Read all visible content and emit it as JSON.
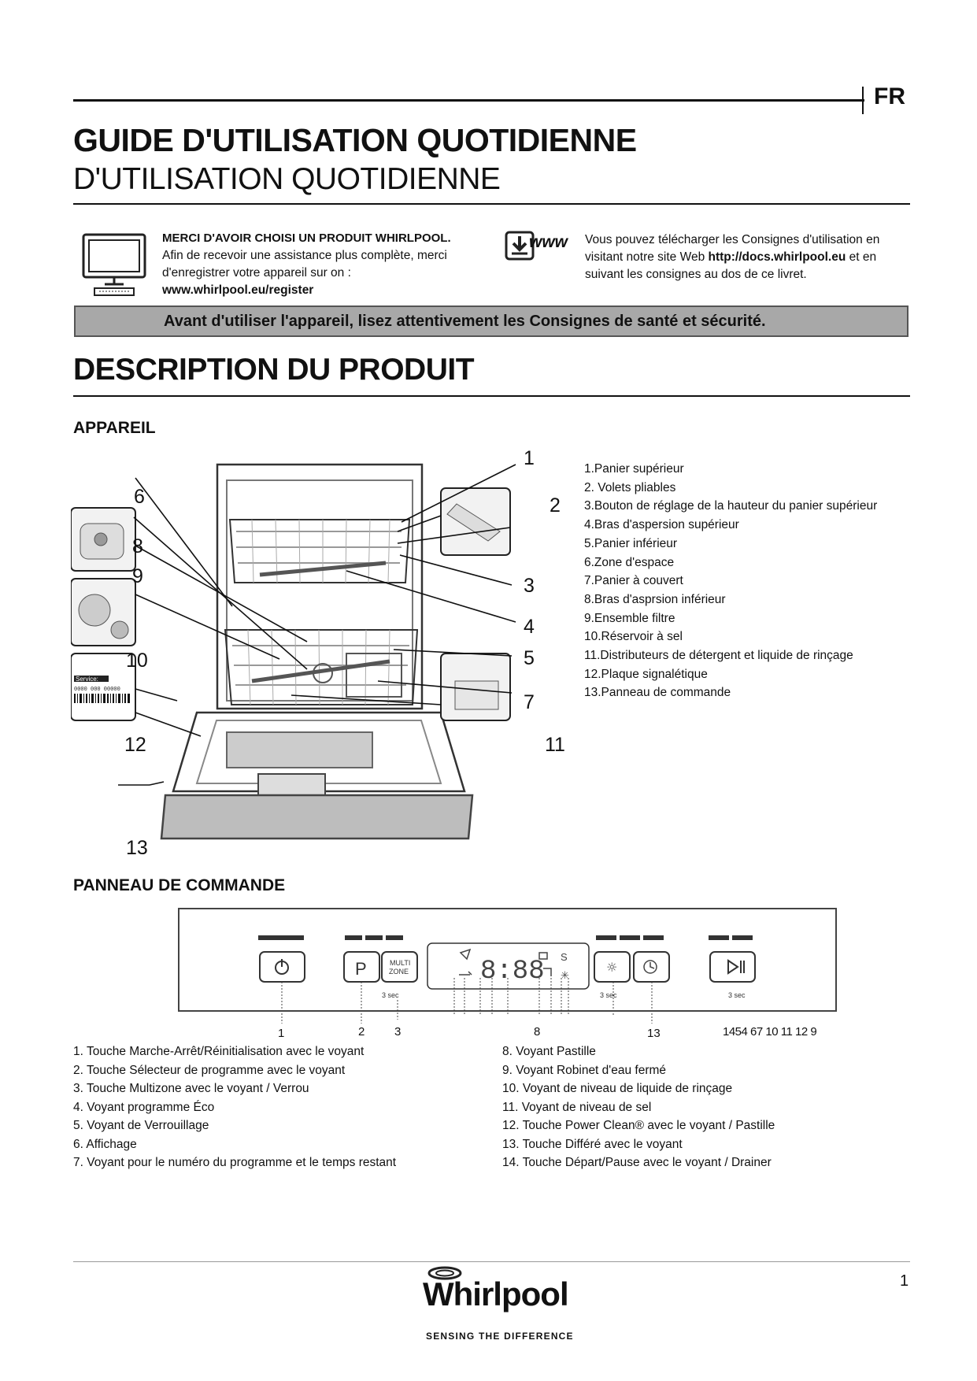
{
  "header": {
    "language": "FR",
    "title_bold": "GUIDE D'UTILISATION QUOTIDIENNE",
    "title_regular": "D'UTILISATION QUOTIDIENNE"
  },
  "intro": {
    "left_heading": "MERCI D'AVOIR CHOISI UN PRODUIT WHIRLPOOL.",
    "left_line1": "Afin de recevoir une assistance plus complète, merci",
    "left_line2": "d'enregistrer votre appareil sur on :",
    "left_link": "www.whirlpool.eu/register",
    "www_label": "www",
    "right_line1": "Vous pouvez télécharger les Consignes d'utilisation en",
    "right_line2_pre": "visitant notre site Web ",
    "right_link": "http://docs.whirlpool.eu",
    "right_line2_post": " et en",
    "right_line3": "suivant les consignes au dos de ce livret."
  },
  "warning_banner": "Avant d'utiliser l'appareil, lisez attentivement les Consignes de santé et sécurité.",
  "section_title": "DESCRIPTION DU PRODUIT",
  "appareil": {
    "heading": "APPAREIL",
    "callouts": [
      "1",
      "2",
      "3",
      "4",
      "5",
      "6",
      "7",
      "8",
      "9",
      "10",
      "11",
      "12",
      "13"
    ],
    "service_label": "Service:",
    "service_number": "0000 000 00000",
    "legend": [
      "1.Panier supérieur",
      "2. Volets pliables",
      "3.Bouton de réglage de la hauteur du panier supérieur",
      "4.Bras d'aspersion supérieur",
      "5.Panier inférieur",
      "6.Zone d'espace",
      "7.Panier à couvert",
      "8.Bras d'asprsion inférieur",
      "9.Ensemble filtre",
      "10.Réservoir à sel",
      "11.Distributeurs de détergent et liquide de rinçage",
      "12.Plaque signalétique",
      "13.Panneau de commande"
    ]
  },
  "panneau": {
    "heading": "PANNEAU DE COMMANDE",
    "display_digits": "8:88",
    "multi_zone_line1": "MULTI",
    "multi_zone_line2": "ZONE",
    "p_label": "P",
    "hold_label": "3 sec",
    "numbers_left": [
      "1",
      "2",
      "3"
    ],
    "number_8": "8",
    "number_13": "13",
    "numbers_right": "1454 67 10 11 12 9",
    "items_left": [
      "1. Touche Marche-Arrêt/Réinitialisation avec le voyant",
      "2. Touche Sélecteur de programme avec le voyant",
      "3. Touche Multizone avec le voyant / Verrou",
      "4. Voyant programme Éco",
      "5. Voyant de Verrouillage",
      "6. Affichage",
      "7. Voyant pour le numéro du programme et le temps restant"
    ],
    "items_right": [
      "8. Voyant Pastille",
      "9. Voyant Robinet d'eau fermé",
      "10. Voyant de niveau de liquide de rinçage",
      "11. Voyant de niveau de sel",
      "12. Touche Power Clean® avec le voyant / Pastille",
      "13.  Touche Différé avec le voyant",
      "14. Touche Départ/Pause avec le voyant / Drainer"
    ]
  },
  "footer": {
    "brand": "Whirlpool",
    "tagline": "SENSING THE DIFFERENCE",
    "page_number": "1"
  }
}
